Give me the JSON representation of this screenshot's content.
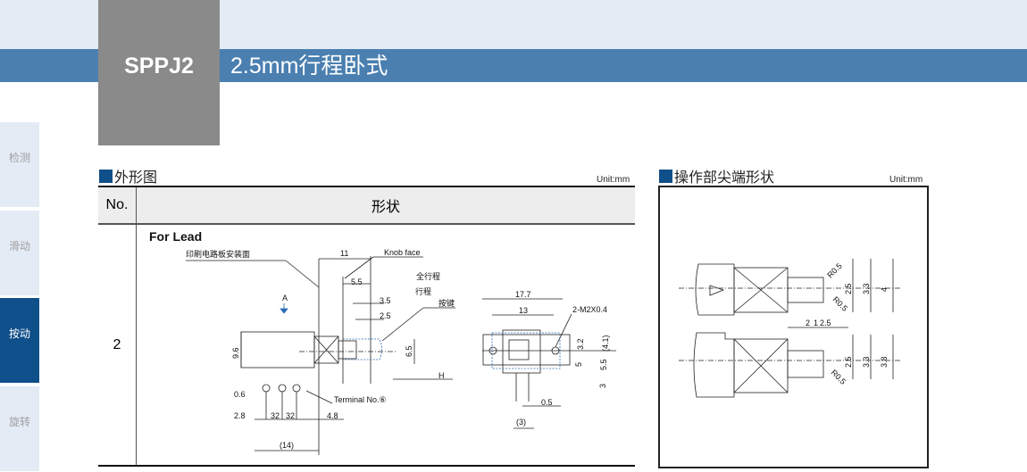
{
  "header": {
    "model": "SPPJ2",
    "title": "2.5mm行程卧式"
  },
  "sidebar": {
    "items": [
      {
        "label": "检测"
      },
      {
        "label": "滑动"
      },
      {
        "label": "按动",
        "active": true
      },
      {
        "label": "旋转"
      }
    ]
  },
  "outline": {
    "heading": "外形图",
    "unit": "Unit:mm",
    "columns": {
      "no": "No.",
      "shape": "形状"
    },
    "row": {
      "no": "2",
      "subtitle": "For Lead"
    },
    "labels": {
      "pcb_face": "印刷电路板安装面",
      "knob_face": "Knob face",
      "full_stroke": "全行程",
      "stroke": "行程",
      "button": "按键",
      "terminal": "Terminal No.⑥",
      "view_a": "A",
      "h": "H",
      "mount": "2-M2X0.4"
    },
    "dims": {
      "d11": "11",
      "d5_5": "5.5",
      "d3_5": "3.5",
      "d2_5": "2.5",
      "d9_6": "9.6",
      "d6_5": "6.5",
      "d0_6": "0.6",
      "d2_8": "2.8",
      "d32a": "32",
      "d32b": "32",
      "d4_8": "4.8",
      "d14": "(14)",
      "d17_7": "17.7",
      "d13": "13",
      "d3_2": "3.2",
      "d4_1": "(4.1)",
      "d5": "5",
      "d5_5b": "5.5",
      "d3": "3",
      "d0_5": "0.5",
      "d3p": "(3)"
    }
  },
  "tip": {
    "heading": "操作部尖端形状",
    "unit": "Unit:mm",
    "dims": {
      "r1": "R0.5",
      "r2": "R0.5",
      "r3": "R0.5",
      "t2_5": "2.5",
      "t3_3": "3.3",
      "t4": "4",
      "b2": "2",
      "b1": "1",
      "b2_5w": "2.5",
      "b2_5": "2.5",
      "b3_3": "3.3",
      "b3_8": "3.8"
    }
  },
  "colors": {
    "accent": "#0f4f8a",
    "bar": "#4a7fb0",
    "band": "#e3ebf4",
    "gray": "#8a8a8a",
    "dashed": "#2a6db5"
  }
}
